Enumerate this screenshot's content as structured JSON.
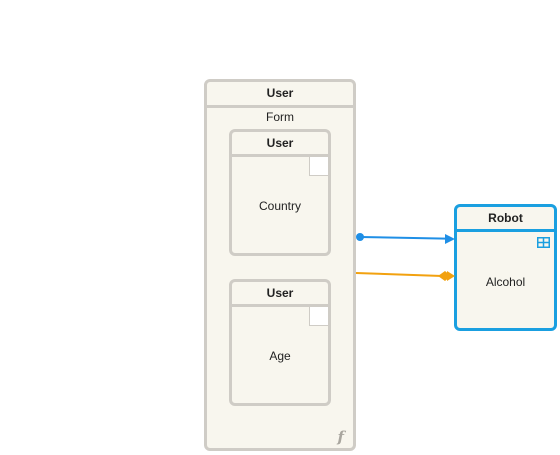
{
  "outer": {
    "title": "User",
    "subtitle": "Form",
    "icon": "function-icon",
    "glyph": "f"
  },
  "inner_nodes": [
    {
      "title": "User",
      "label": "Country"
    },
    {
      "title": "User",
      "label": "Age"
    }
  ],
  "robot": {
    "title": "Robot",
    "label": "Alcohol",
    "icon": "table-icon"
  },
  "edges": [
    {
      "from": "Form",
      "to": "Robot",
      "color": "#1f8fe6",
      "start": "dot",
      "end": "arrow"
    },
    {
      "from": "Form",
      "to": "Robot",
      "color": "#f2a10f",
      "start": "none",
      "end": "diamond-arrow"
    }
  ]
}
